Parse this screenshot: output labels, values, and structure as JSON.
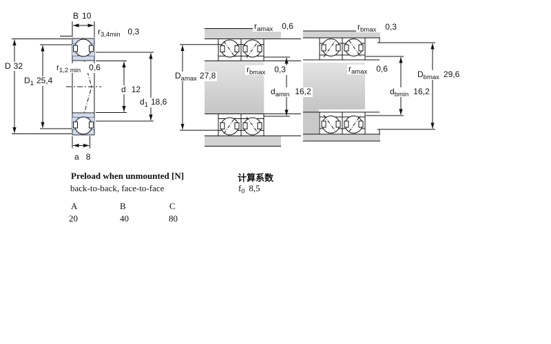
{
  "figures": {
    "left": {
      "B": {
        "sym": "B",
        "val": "10"
      },
      "r34": {
        "sym": "r",
        "sub": "3,4min",
        "val": "0,3"
      },
      "D": {
        "sym": "D",
        "val": "32"
      },
      "D1": {
        "sym": "D",
        "sub": "1",
        "val": "25,4"
      },
      "r12": {
        "sym": "r",
        "sub": "1,2 min",
        "val": "0,6"
      },
      "d": {
        "sym": "d",
        "val": "12"
      },
      "d1": {
        "sym": "d",
        "sub": "1",
        "val": "18,6"
      },
      "a": {
        "sym": "a",
        "val": "8"
      }
    },
    "middle": {
      "ramax": {
        "sym": "r",
        "sub": "amax",
        "val": "0,6"
      },
      "rbmax": {
        "sym": "r",
        "sub": "bmax",
        "val": "0,3"
      },
      "Damax": {
        "sym": "D",
        "sub": "amax",
        "val": "27,8"
      },
      "damin": {
        "sym": "d",
        "sub": "amin",
        "val": "16,2"
      }
    },
    "right": {
      "rbmax": {
        "sym": "r",
        "sub": "bmax",
        "val": "0,3"
      },
      "ramax": {
        "sym": "r",
        "sub": "amax",
        "val": "0,6"
      },
      "Dbmax": {
        "sym": "D",
        "sub": "bmax",
        "val": "29,6"
      },
      "dbmin": {
        "sym": "d",
        "sub": "bmin",
        "val": "16,2"
      }
    }
  },
  "notes": {
    "preload_title": "Preload when unmounted [N]",
    "preload_sub": "back-to-back, face-to-face",
    "calc_title": "计算系数",
    "f0": {
      "sym": "f",
      "sub": "0",
      "val": "8,5"
    },
    "table": {
      "headers": [
        "A",
        "B",
        "C"
      ],
      "values": [
        "20",
        "40",
        "80"
      ]
    }
  },
  "colors": {
    "hatch_fill": "#d6e0f2",
    "hatch_line": "#a9b8da",
    "gray_band": "#d2d2d2"
  }
}
